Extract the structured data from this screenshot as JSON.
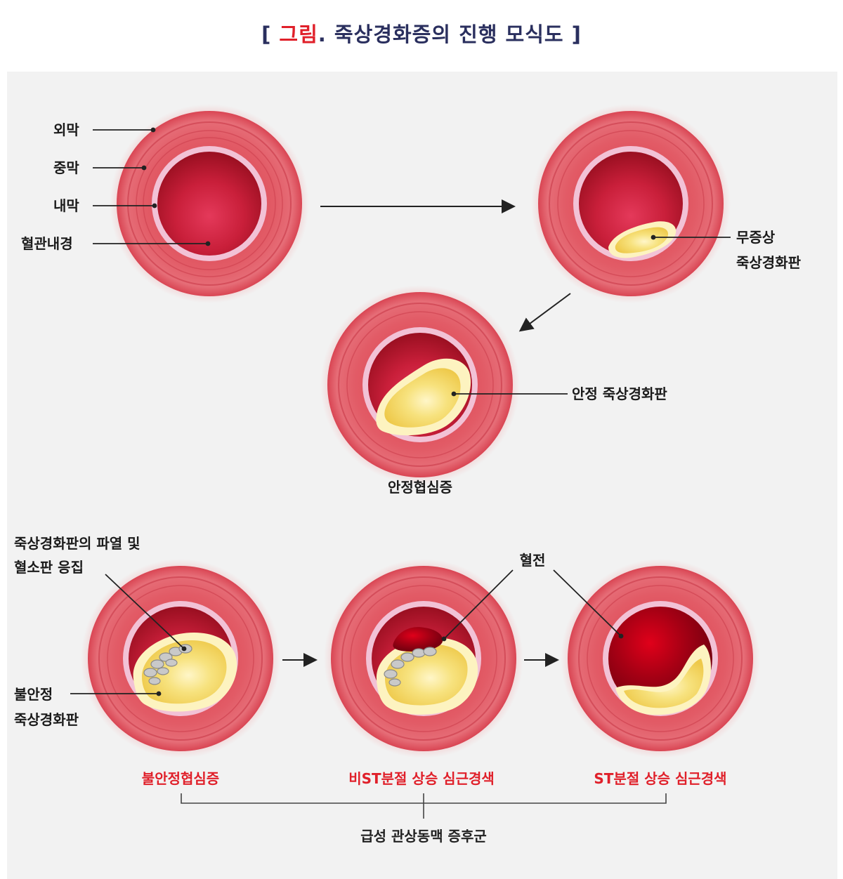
{
  "title": {
    "open": "[ ",
    "accent": "그림",
    "rest": ". 죽상경화증의 진행 모식도 ]"
  },
  "layers": {
    "adventitia": "외막",
    "media": "중막",
    "intima": "내막",
    "lumen": "혈관내경"
  },
  "stages": {
    "asymptomatic_line1": "무증상",
    "asymptomatic_line2": "죽상경화판",
    "stable_plaque": "안정 죽상경화판",
    "stable_angina": "안정협심증",
    "rupture_line1": "죽상경화판의 파열 및",
    "rupture_line2": "혈소판 응집",
    "unstable_plaque_line1": "불안정",
    "unstable_plaque_line2": "죽상경화판",
    "thrombus": "혈전"
  },
  "syndromes": {
    "unstable_angina": "불안정협심증",
    "nstemi": "비ST분절 상승 심근경색",
    "stemi": "ST분절 상승 심근경색",
    "acs": "급성 관상동맥 증후군"
  },
  "colors": {
    "vessel_wall": "#e0555f",
    "lumen": "#b8172c",
    "intima": "#f2c2d6",
    "plaque": "#f6e07a",
    "thrombus": "#8f0010",
    "accent_red": "#e0202a",
    "title_navy": "#2a2f5e"
  }
}
